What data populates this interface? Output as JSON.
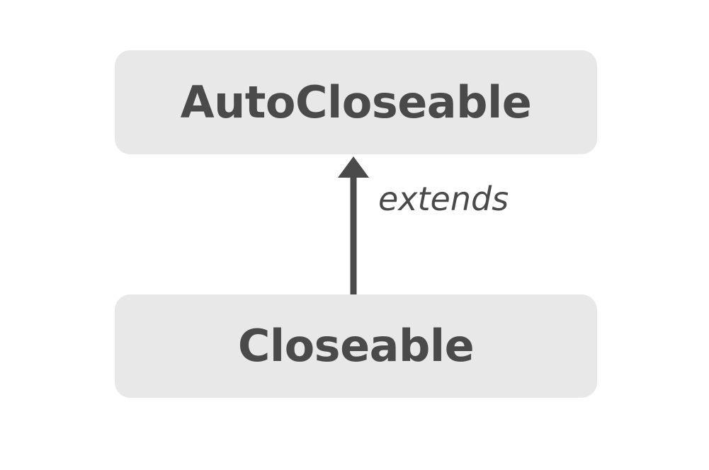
{
  "diagram": {
    "type": "class-hierarchy",
    "background_color": "#ffffff",
    "nodes": [
      {
        "id": "autocloseable",
        "label": "AutoCloseable",
        "fill_color": "#e8e8e8",
        "text_color": "#4a4a4a"
      },
      {
        "id": "closeable",
        "label": "Closeable",
        "fill_color": "#e8e8e8",
        "text_color": "#4a4a4a"
      }
    ],
    "edges": [
      {
        "id": "extends-edge",
        "label": "extends",
        "from": "closeable",
        "to": "autocloseable",
        "color": "#4a4a4a",
        "arrow_direction": "up"
      }
    ]
  }
}
